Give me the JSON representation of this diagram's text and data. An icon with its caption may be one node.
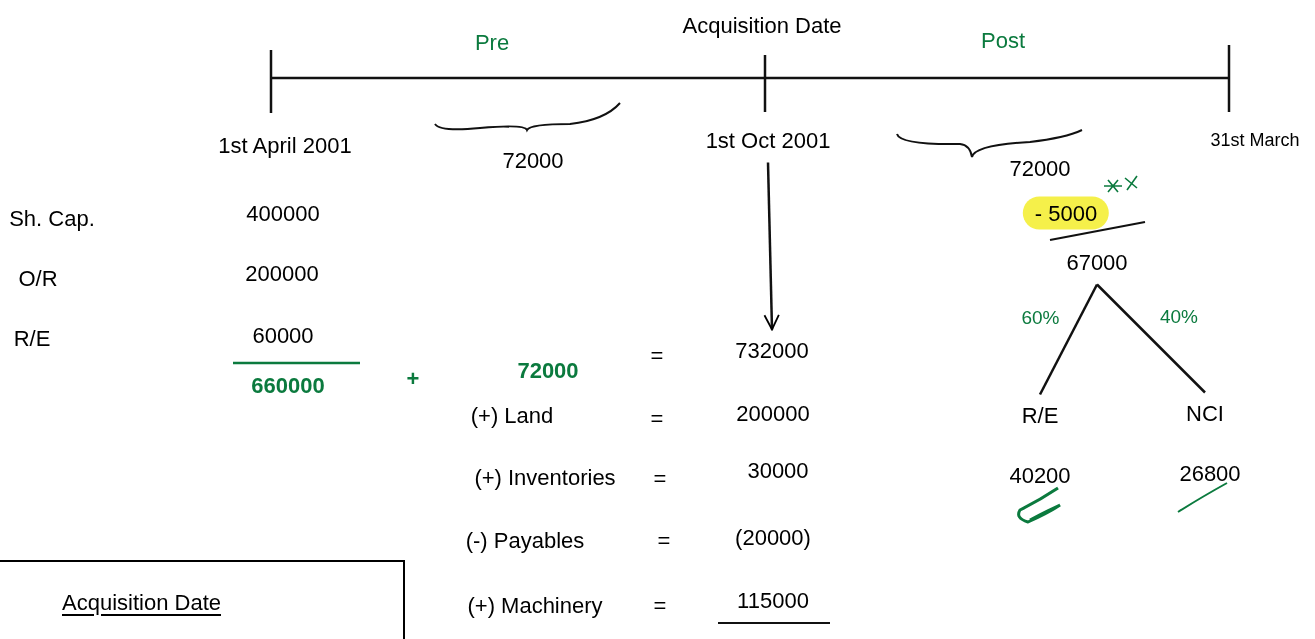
{
  "diagram": {
    "nodes": [
      {
        "text": [
          "1st Oct 2001"
        ]
      },
      {
        "text": [
          "732000"
        ]
      },
      {
        "text": [
          "67000"
        ]
      },
      {
        "text": [
          "R/E"
        ]
      },
      {
        "text": [
          "NCI"
        ]
      },
      {
        "text": [
          "Acquisition Date"
        ]
      }
    ],
    "edges": [
      {
        "from": 0,
        "to": 1,
        "arrow": "to"
      },
      {
        "from": 2,
        "to": 3,
        "arrow": "none",
        "label": "60%"
      },
      {
        "from": 2,
        "to": 4,
        "arrow": "none",
        "label": "40%"
      }
    ],
    "labels": [
      "Acquisition Date",
      "Pre",
      "Post",
      "1st April 2001",
      "72000",
      "31st March",
      "72000",
      "Sh. Cap.",
      "400000",
      "- 5000",
      "O/R",
      "200000",
      "R/E",
      "60000",
      "660000",
      "+",
      "72000",
      "=",
      "(+) Land",
      "=",
      "200000",
      "(+) Inventories",
      "=",
      "30000",
      "40200",
      "26800",
      "(-) Payables",
      "=",
      "(20000)",
      "(+) Machinery",
      "=",
      "115000"
    ]
  }
}
